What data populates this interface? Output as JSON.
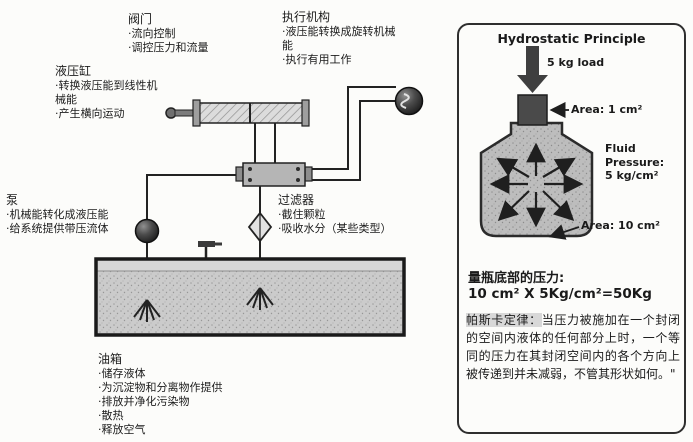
{
  "components": {
    "valve": {
      "title": "阀门",
      "bullets": [
        "·流向控制",
        "·调控压力和流量"
      ]
    },
    "actuator": {
      "title": "执行机构",
      "bullets": [
        "·液压能转换成旋转机械能",
        "·执行有用工作"
      ]
    },
    "cylinder": {
      "title": "液压缸",
      "bullets": [
        "·转换液压能到线性机械能",
        "·产生横向运动"
      ]
    },
    "pump": {
      "title": "泵",
      "bullets": [
        "·机械能转化成液压能",
        "·给系统提供带压流体"
      ]
    },
    "filter": {
      "title": "过滤器",
      "bullets": [
        "·截住颗粒",
        "·吸收水分（某些类型）"
      ]
    },
    "reservoir": {
      "title": "油箱",
      "bullets": [
        "·储存液体",
        "·为沉淀物和分离物作提供",
        "·排放并净化污染物",
        "·散热",
        "·释放空气"
      ]
    }
  },
  "panel": {
    "title": "Hydrostatic Principle",
    "load_label": "5 kg load",
    "area_top_label": "Area: 1 cm²",
    "fluid_pressure_lines": [
      "Fluid",
      "Pressure:",
      "5 kg/cm²"
    ],
    "area_bottom_label": "Area: 10 cm²",
    "pressure_heading": "量瓶底部的压力:",
    "pressure_formula": "10 cm² X 5Kg/cm²=50Kg",
    "pascal_lead": "帕斯卡定律：",
    "pascal_body": "当压力被施加在一个封闭的空间内液体的任何部分上时，一个等同的压力在其封闭空间内的各个方向上被传递到并未减弱，不管其形状如何。\""
  },
  "colors": {
    "ink": "#1a1a1a",
    "fill_gray": "#c9c9c9",
    "dark_component": "#3f3f3f"
  }
}
